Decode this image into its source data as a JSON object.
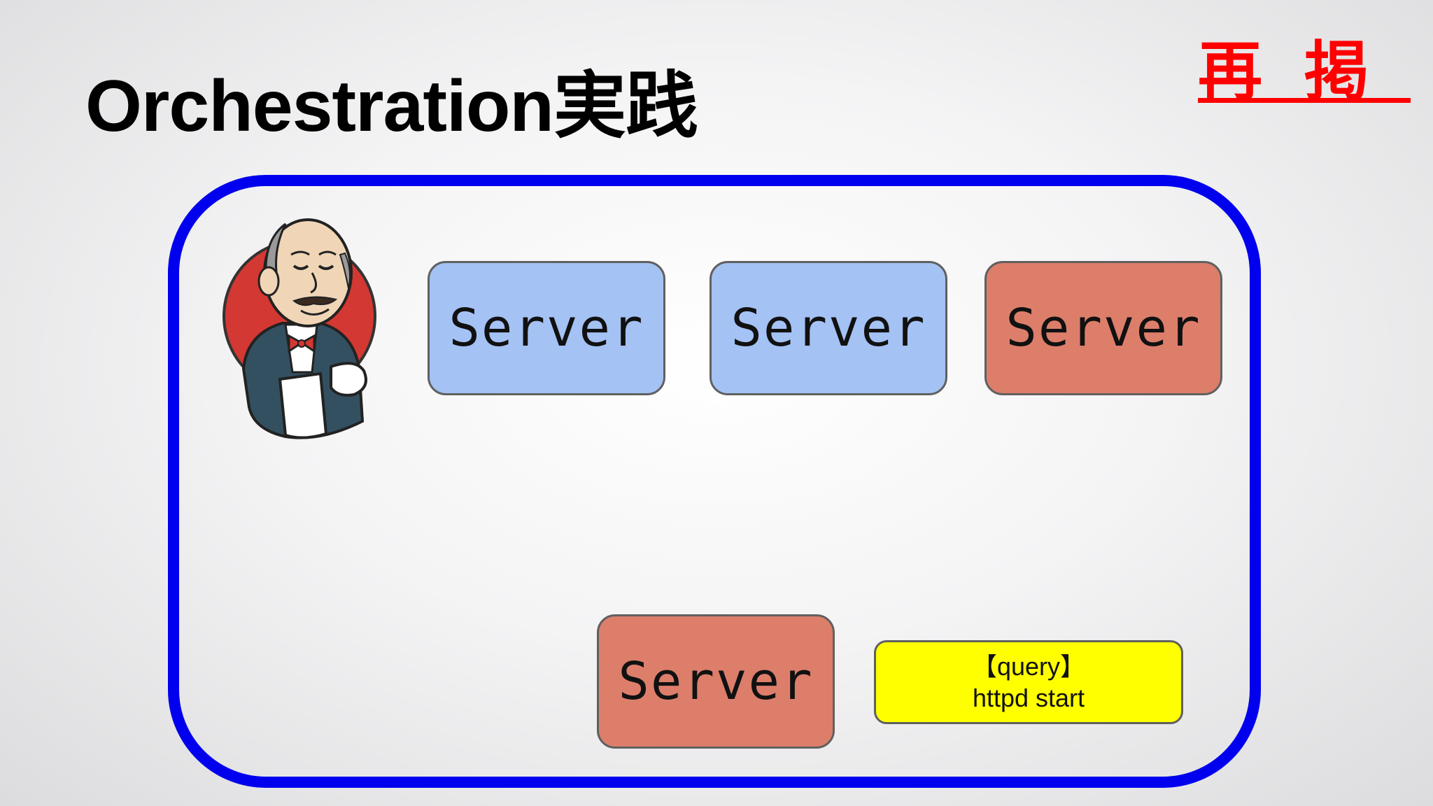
{
  "slide": {
    "title": "Orchestration実践",
    "stamp": "再掲"
  },
  "diagram": {
    "mascot_icon": "jenkins-butler-icon",
    "servers": [
      {
        "label": "Server",
        "status_color": "#a4c2f4"
      },
      {
        "label": "Server",
        "status_color": "#a4c2f4"
      },
      {
        "label": "Server",
        "status_color": "#dd7e6b"
      },
      {
        "label": "Server",
        "status_color": "#dd7e6b"
      }
    ],
    "note": {
      "line1": "【query】",
      "line2": "httpd start",
      "color": "#ffff00"
    },
    "frame_color": "#0000ee"
  }
}
